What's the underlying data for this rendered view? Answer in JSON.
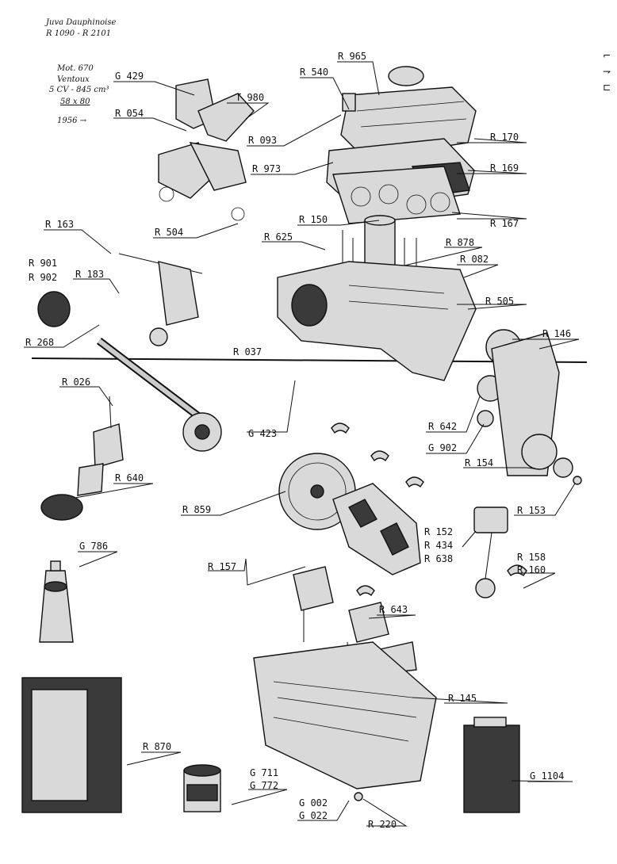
{
  "header": {
    "line1": "Juva Dauphinoise",
    "line2": "R 1090 - R 2101",
    "engine": "Mot. 670",
    "engine_name": "Ventoux",
    "power": "5 CV - 845 cm³",
    "bore_stroke": "58 x 80",
    "year": "1956 →"
  },
  "side_marks": "⌐ ⇁ ⊏",
  "labels": {
    "G429": "G 429",
    "R965": "R 965",
    "R540": "R 540",
    "T980": "T 980",
    "R054": "R 054",
    "R093": "R 093",
    "R170": "R 170",
    "R973": "R 973",
    "R169": "R 169",
    "R167": "R 167",
    "R150": "R 150",
    "R504": "R 504",
    "R163": "R 163",
    "R625": "R 625",
    "R878": "R 878",
    "R082": "R 082",
    "R901": "R 901",
    "R902": "R 902",
    "R183": "R 183",
    "R505": "R 505",
    "R268": "R 268",
    "R146": "R 146",
    "R037": "R 037",
    "R026": "R 026",
    "G423": "G 423",
    "R642": "R 642",
    "G902": "G 902",
    "R154": "R 154",
    "R640": "R 640",
    "R859": "R 859",
    "R153": "R 153",
    "R152": "R 152",
    "R434": "R 434",
    "R638": "R 638",
    "G786": "G 786",
    "R157": "R 157",
    "R158": "R 158",
    "R160": "R 160",
    "R643": "R 643",
    "R145": "R 145",
    "R870": "R 870",
    "G711": "G 711",
    "G772": "G 772",
    "G1104": "G 1104",
    "G002": "G 002",
    "G022": "G 022",
    "R220": "R 220"
  }
}
